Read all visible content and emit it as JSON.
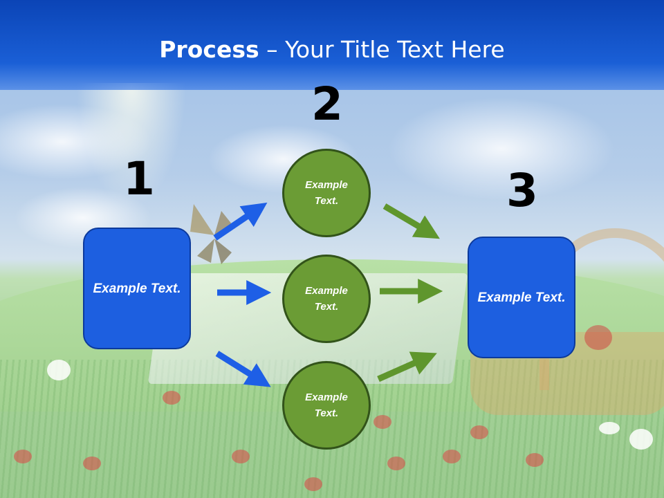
{
  "title": {
    "bold": "Process",
    "rest": " – Your Title Text Here"
  },
  "steps": {
    "one": "1",
    "two": "2",
    "three": "3"
  },
  "box_left": {
    "text": "Example Text."
  },
  "box_right": {
    "text": "Example Text."
  },
  "circles": [
    {
      "text": "Example Text."
    },
    {
      "text": "Example Text."
    },
    {
      "text": "Example Text."
    }
  ],
  "colors": {
    "title_bar": "#0b44b6",
    "box": "#1d5fe0",
    "circle": "#6b9c35",
    "arrow_blue": "#1e5fe6",
    "arrow_green": "#5f962d"
  }
}
